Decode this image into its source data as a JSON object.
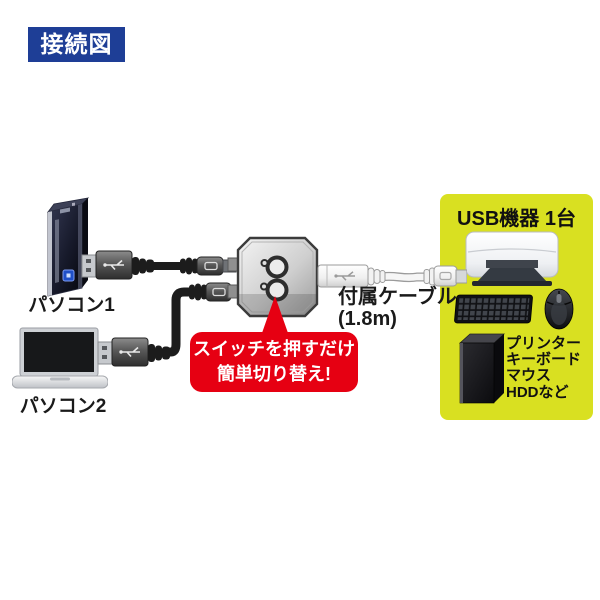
{
  "title_badge": "接続図",
  "computers": {
    "pc1_label": "パソコン1",
    "pc2_label": "パソコン2"
  },
  "switch_callout": {
    "line1": "スイッチを押すだけ",
    "line2": "簡単切り替え!"
  },
  "included_cable": {
    "line1": "付属ケーブル",
    "line2": "(1.8m)"
  },
  "usb_devices_box": {
    "title": "USB機器 1台",
    "items": [
      "プリンター",
      "キーボード",
      "マウス",
      "HDDなど"
    ]
  },
  "colors": {
    "badge_blue": "#1e3e96",
    "callout_red": "#e60012",
    "box_yellow": "#d9e021"
  }
}
